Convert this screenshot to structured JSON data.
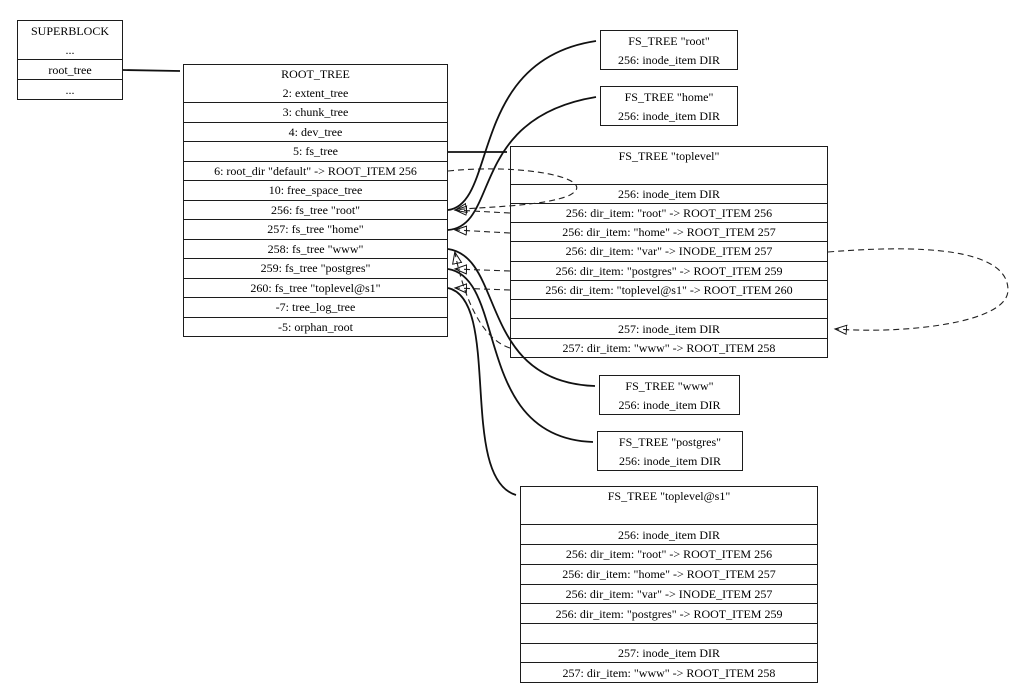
{
  "colors": {
    "line": "#1c1c1c",
    "background": "#ffffff",
    "text": "#000000"
  },
  "nodes": {
    "superblock": {
      "title": "SUPERBLOCK",
      "rows": [
        "...",
        "root_tree",
        "..."
      ]
    },
    "root_tree": {
      "title": "ROOT_TREE",
      "rows": [
        "2: extent_tree",
        "3: chunk_tree",
        "4: dev_tree",
        "5: fs_tree",
        "6: root_dir \"default\" -> ROOT_ITEM 256",
        "10: free_space_tree",
        "256: fs_tree \"root\"",
        "257: fs_tree \"home\"",
        "258: fs_tree \"www\"",
        "259: fs_tree \"postgres\"",
        "260: fs_tree \"toplevel@s1\"",
        "-7: tree_log_tree",
        "-5: orphan_root"
      ]
    },
    "fs_tree_root": {
      "title": "FS_TREE \"root\"",
      "rows": [
        "256: inode_item DIR"
      ]
    },
    "fs_tree_home": {
      "title": "FS_TREE \"home\"",
      "rows": [
        "256: inode_item DIR"
      ]
    },
    "fs_tree_toplevel": {
      "title": "FS_TREE \"toplevel\"",
      "rows": [
        "",
        "256: inode_item DIR",
        "256: dir_item: \"root\" -> ROOT_ITEM 256",
        "256: dir_item: \"home\" -> ROOT_ITEM 257",
        "256: dir_item: \"var\" -> INODE_ITEM 257",
        "256: dir_item: \"postgres\" -> ROOT_ITEM 259",
        "256: dir_item: \"toplevel@s1\" -> ROOT_ITEM 260",
        "",
        "257: inode_item DIR",
        "257: dir_item: \"www\" -> ROOT_ITEM 258"
      ]
    },
    "fs_tree_www": {
      "title": "FS_TREE \"www\"",
      "rows": [
        "256: inode_item DIR"
      ]
    },
    "fs_tree_postgres": {
      "title": "FS_TREE \"postgres\"",
      "rows": [
        "256: inode_item DIR"
      ]
    },
    "fs_tree_toplevel_s1": {
      "title": "FS_TREE \"toplevel@s1\"",
      "rows": [
        "",
        "256: inode_item DIR",
        "256: dir_item: \"root\" -> ROOT_ITEM 256",
        "256: dir_item: \"home\" -> ROOT_ITEM 257",
        "256: dir_item: \"var\" -> INODE_ITEM 257",
        "256: dir_item: \"postgres\" -> ROOT_ITEM 259",
        "",
        "257: inode_item DIR",
        "257: dir_item: \"www\" -> ROOT_ITEM 258"
      ]
    }
  },
  "edges": {
    "solid": [
      {
        "from": "SUPERBLOCK: root_tree",
        "to": "ROOT_TREE"
      },
      {
        "from": "ROOT_TREE: 5: fs_tree",
        "to": "FS_TREE \"toplevel\""
      },
      {
        "from": "ROOT_TREE: 256: fs_tree \"root\"",
        "to": "FS_TREE \"root\""
      },
      {
        "from": "ROOT_TREE: 257: fs_tree \"home\"",
        "to": "FS_TREE \"home\""
      },
      {
        "from": "ROOT_TREE: 258: fs_tree \"www\"",
        "to": "FS_TREE \"www\""
      },
      {
        "from": "ROOT_TREE: 259: fs_tree \"postgres\"",
        "to": "FS_TREE \"postgres\""
      },
      {
        "from": "ROOT_TREE: 260: fs_tree \"toplevel@s1\"",
        "to": "FS_TREE \"toplevel@s1\""
      }
    ],
    "dashed": [
      {
        "from": "ROOT_TREE: 6: root_dir \"default\"",
        "to": "ROOT_TREE: 256: fs_tree \"root\""
      },
      {
        "from": "FS_TREE \"toplevel\": dir_item \"root\"",
        "to": "ROOT_TREE: 256: fs_tree \"root\""
      },
      {
        "from": "FS_TREE \"toplevel\": dir_item \"home\"",
        "to": "ROOT_TREE: 257: fs_tree \"home\""
      },
      {
        "from": "FS_TREE \"toplevel\": dir_item \"postgres\"",
        "to": "ROOT_TREE: 259: fs_tree \"postgres\""
      },
      {
        "from": "FS_TREE \"toplevel\": dir_item \"toplevel@s1\"",
        "to": "ROOT_TREE: 260: fs_tree \"toplevel@s1\""
      },
      {
        "from": "FS_TREE \"toplevel\": dir_item \"www\"",
        "to": "ROOT_TREE: 258: fs_tree \"www\""
      },
      {
        "from": "FS_TREE \"toplevel\": dir_item \"var\"",
        "to": "FS_TREE \"toplevel\": 257: inode_item DIR"
      }
    ]
  }
}
